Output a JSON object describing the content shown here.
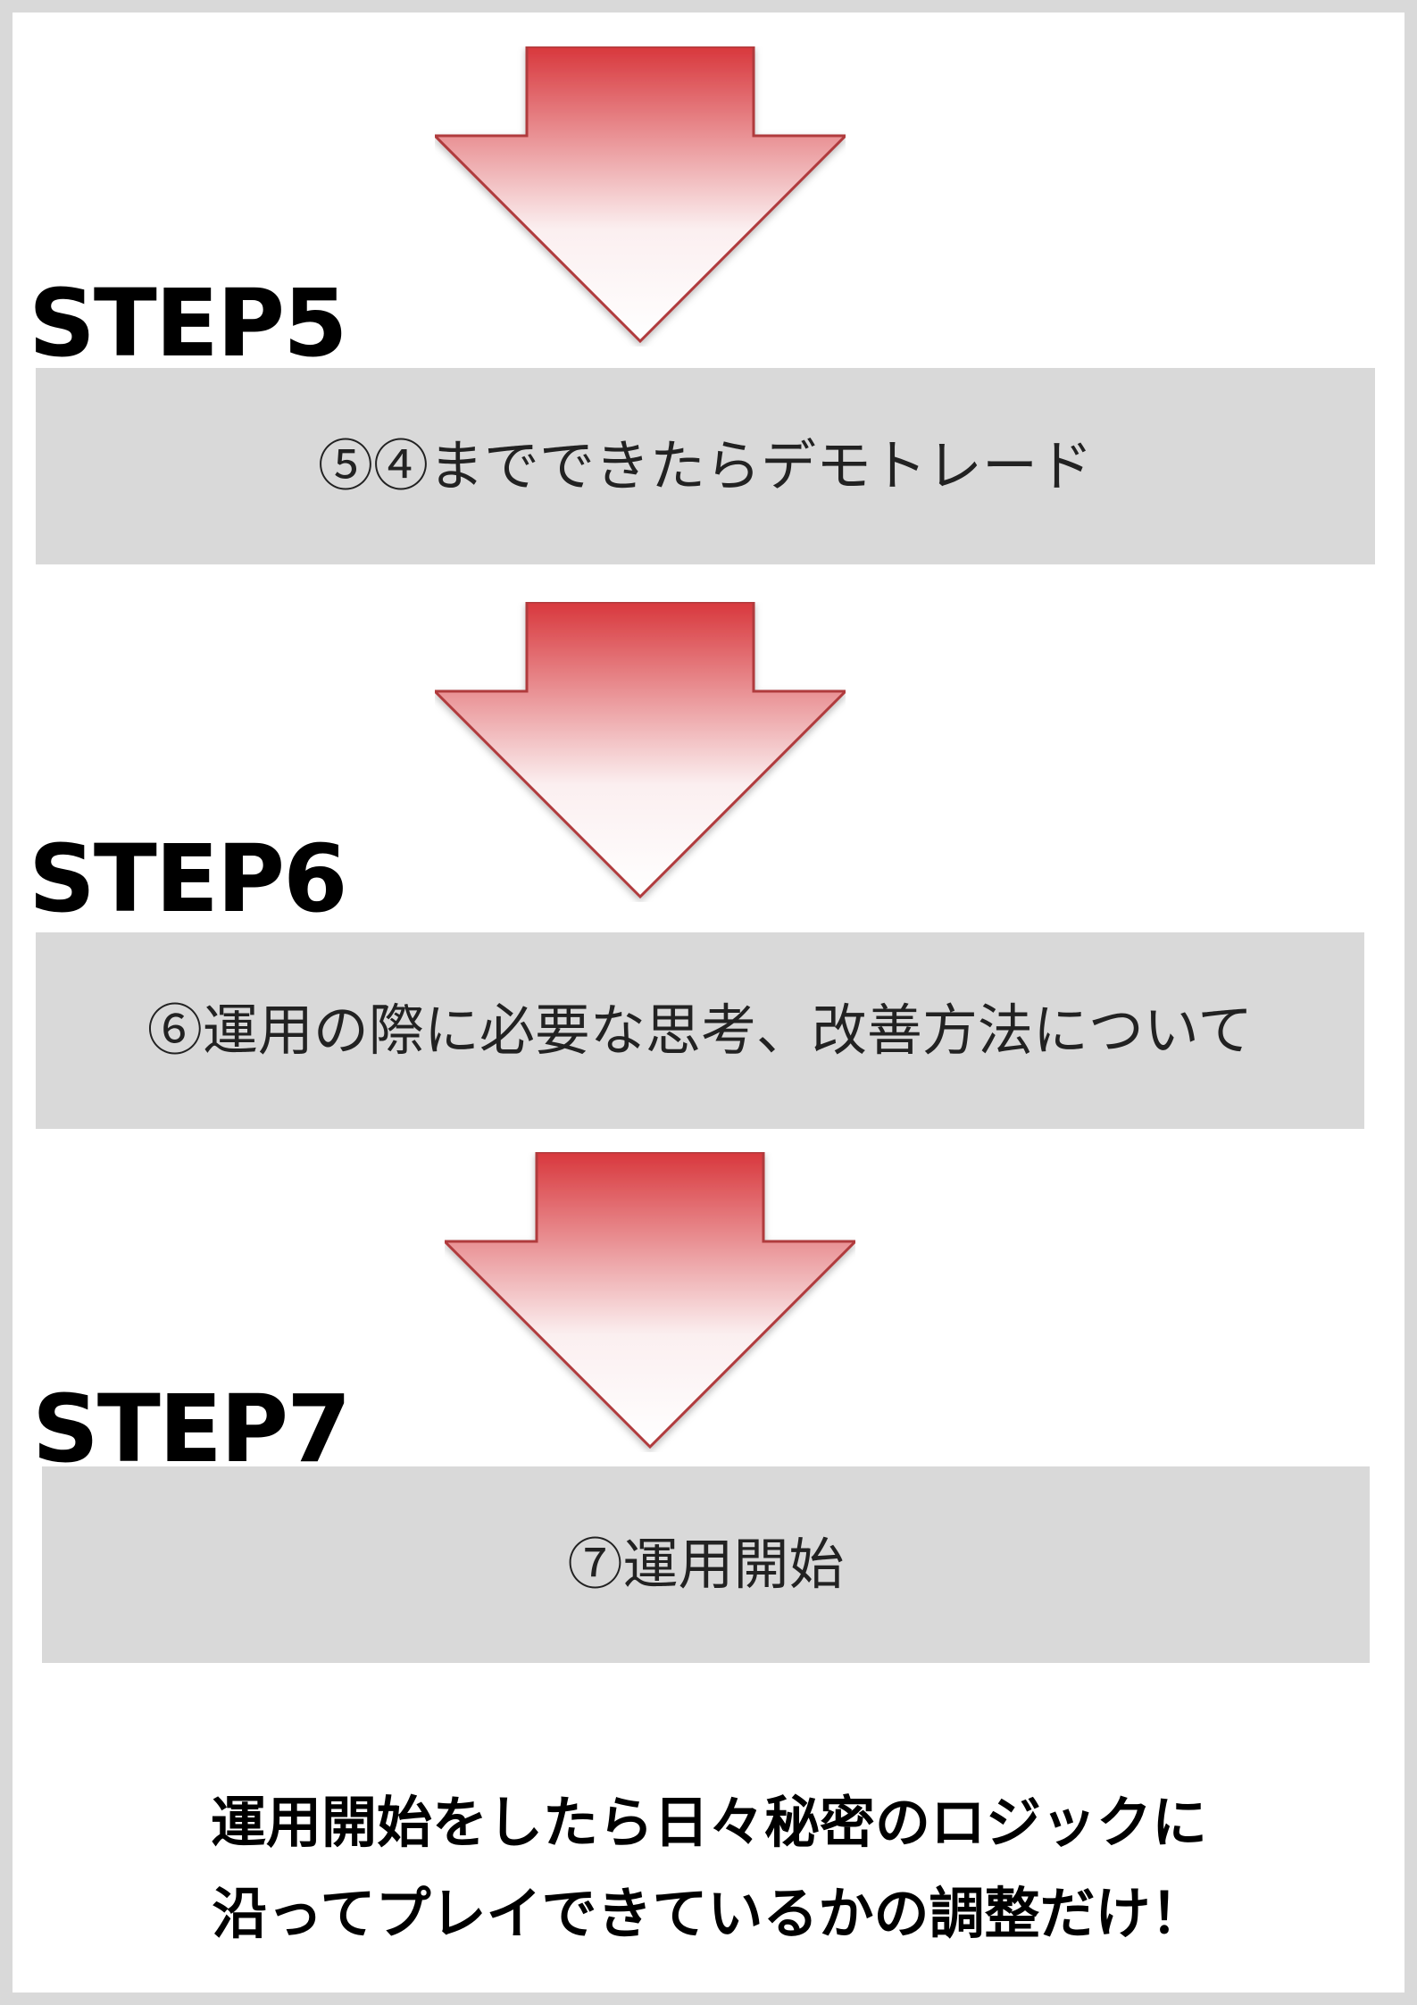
{
  "steps": [
    {
      "label": "STEP5",
      "text": "⑤④までできたらデモトレード"
    },
    {
      "label": "STEP6",
      "text": "⑥運用の際に必要な思考、改善方法について"
    },
    {
      "label": "STEP7",
      "text": "⑦運用開始"
    }
  ],
  "footer": {
    "line1": "運用開始をしたら日々秘密のロジックに",
    "line2": "沿ってプレイできているかの調整だけ！"
  },
  "colors": {
    "arrow_top": "#d8373c",
    "arrow_edge": "#b03a3e",
    "box_bg": "#d9d9d9",
    "frame": "#d9d9d9"
  }
}
